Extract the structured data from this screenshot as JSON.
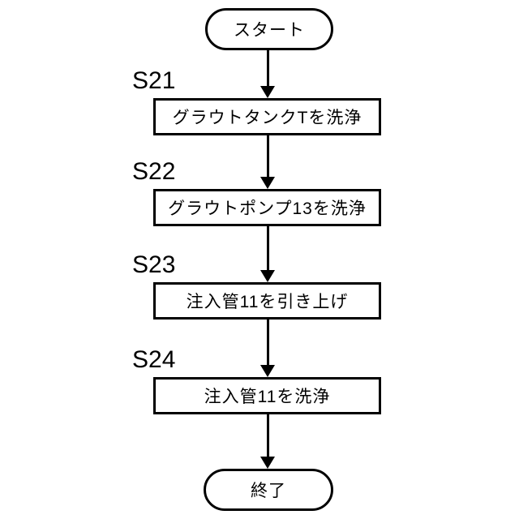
{
  "diagram": {
    "type": "flowchart",
    "background_color": "#ffffff",
    "line_color": "#000000",
    "start": {
      "label": "スタート"
    },
    "steps": [
      {
        "id": "S21",
        "label": "グラウトタンクTを洗浄"
      },
      {
        "id": "S22",
        "label": "グラウトポンプ13を洗浄"
      },
      {
        "id": "S23",
        "label": "注入管11を引き上げ"
      },
      {
        "id": "S24",
        "label": "注入管11を洗浄"
      }
    ],
    "end": {
      "label": "終了"
    }
  }
}
